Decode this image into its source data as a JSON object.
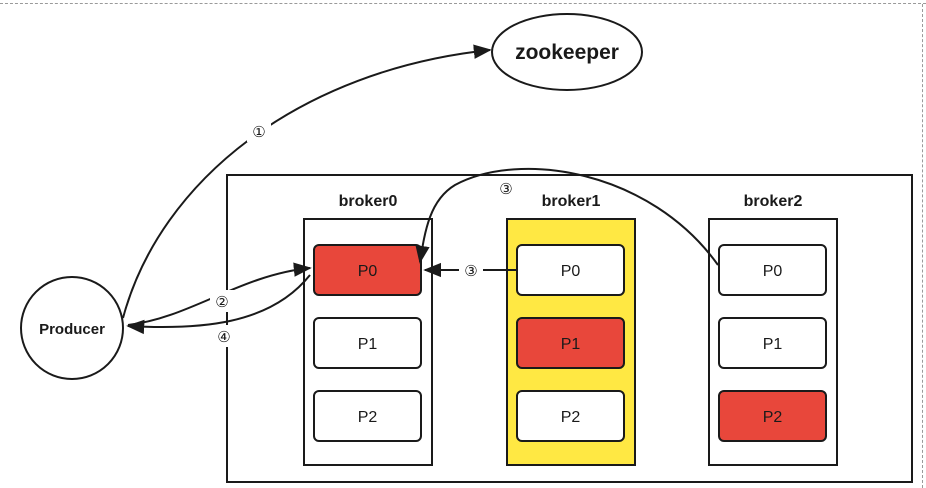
{
  "zookeeper": {
    "label": "zookeeper"
  },
  "producer": {
    "label": "Producer"
  },
  "brokers": [
    {
      "name": "broker0",
      "fill": "#ffffff",
      "partitions": [
        {
          "label": "P0",
          "leader": true
        },
        {
          "label": "P1",
          "leader": false
        },
        {
          "label": "P2",
          "leader": false
        }
      ]
    },
    {
      "name": "broker1",
      "fill": "#ffe843",
      "partitions": [
        {
          "label": "P0",
          "leader": false
        },
        {
          "label": "P1",
          "leader": true
        },
        {
          "label": "P2",
          "leader": false
        }
      ]
    },
    {
      "name": "broker2",
      "fill": "#ffffff",
      "partitions": [
        {
          "label": "P0",
          "leader": false
        },
        {
          "label": "P1",
          "leader": false
        },
        {
          "label": "P2",
          "leader": true
        }
      ]
    }
  ],
  "steps": {
    "s1": "①",
    "s2": "②",
    "s3a": "③",
    "s3b": "③",
    "s4": "④"
  },
  "colors": {
    "leader": "#e8473b",
    "follower": "#ffffff",
    "stroke": "#1a1a1a"
  }
}
